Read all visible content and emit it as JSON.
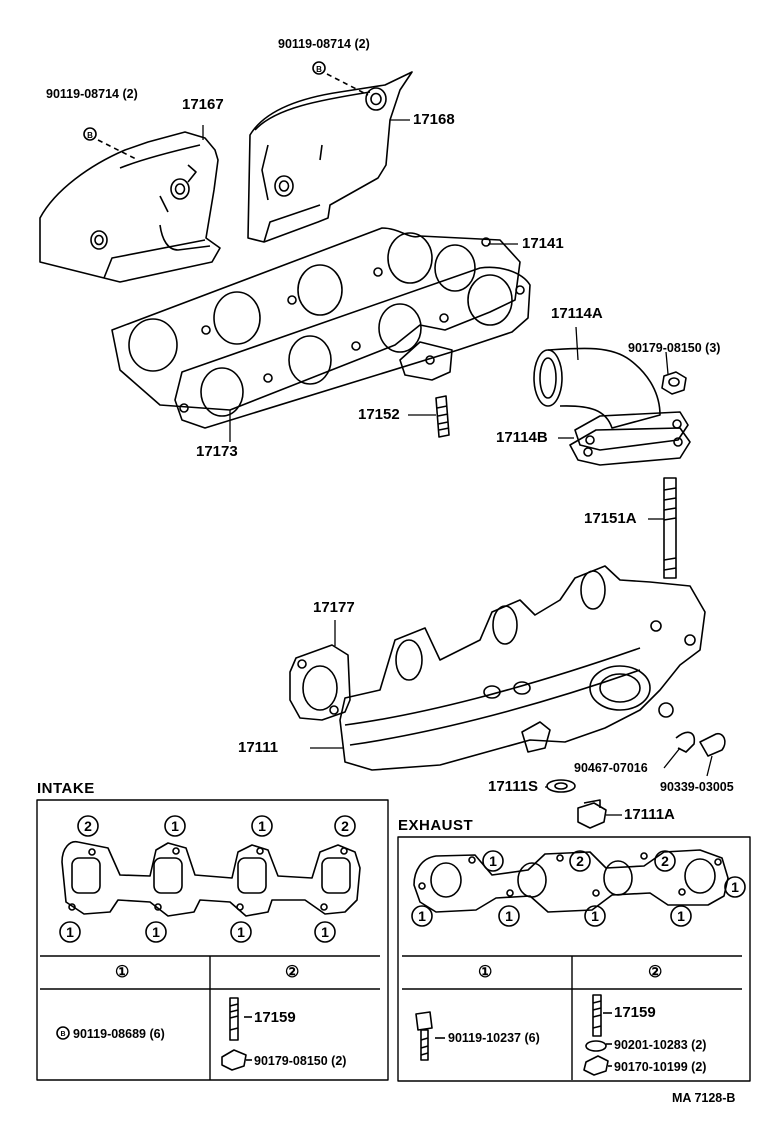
{
  "parts": {
    "p_90119_08714_top": "90119-08714 (2)",
    "p_90119_08714_left": "90119-08714 (2)",
    "p_17167": "17167",
    "p_17168": "17168",
    "p_17141": "17141",
    "p_17114A": "17114A",
    "p_90179_08150": "90179-08150 (3)",
    "p_17152": "17152",
    "p_17114B": "17114B",
    "p_17173": "17173",
    "p_17151A": "17151A",
    "p_17177": "17177",
    "p_17111": "17111",
    "p_90467_07016": "90467-07016",
    "p_90339_03005": "90339-03005",
    "p_17111S": "17111S",
    "p_17111A": "17111A"
  },
  "intake": {
    "title": "INTAKE",
    "col1": "①",
    "col2": "②",
    "bolt": "90119-08689 (6)",
    "stud": "17159",
    "nut": "90179-08150 (2)"
  },
  "exhaust": {
    "title": "EXHAUST",
    "col1": "①",
    "col2": "②",
    "bolt": "90119-10237 (6)",
    "stud": "17159",
    "washer": "90201-10283 (2)",
    "nut": "90170-10199 (2)"
  },
  "markers": {
    "one": "1",
    "two": "2",
    "b": "B"
  },
  "footer": {
    "code": "MA  7128-B"
  }
}
